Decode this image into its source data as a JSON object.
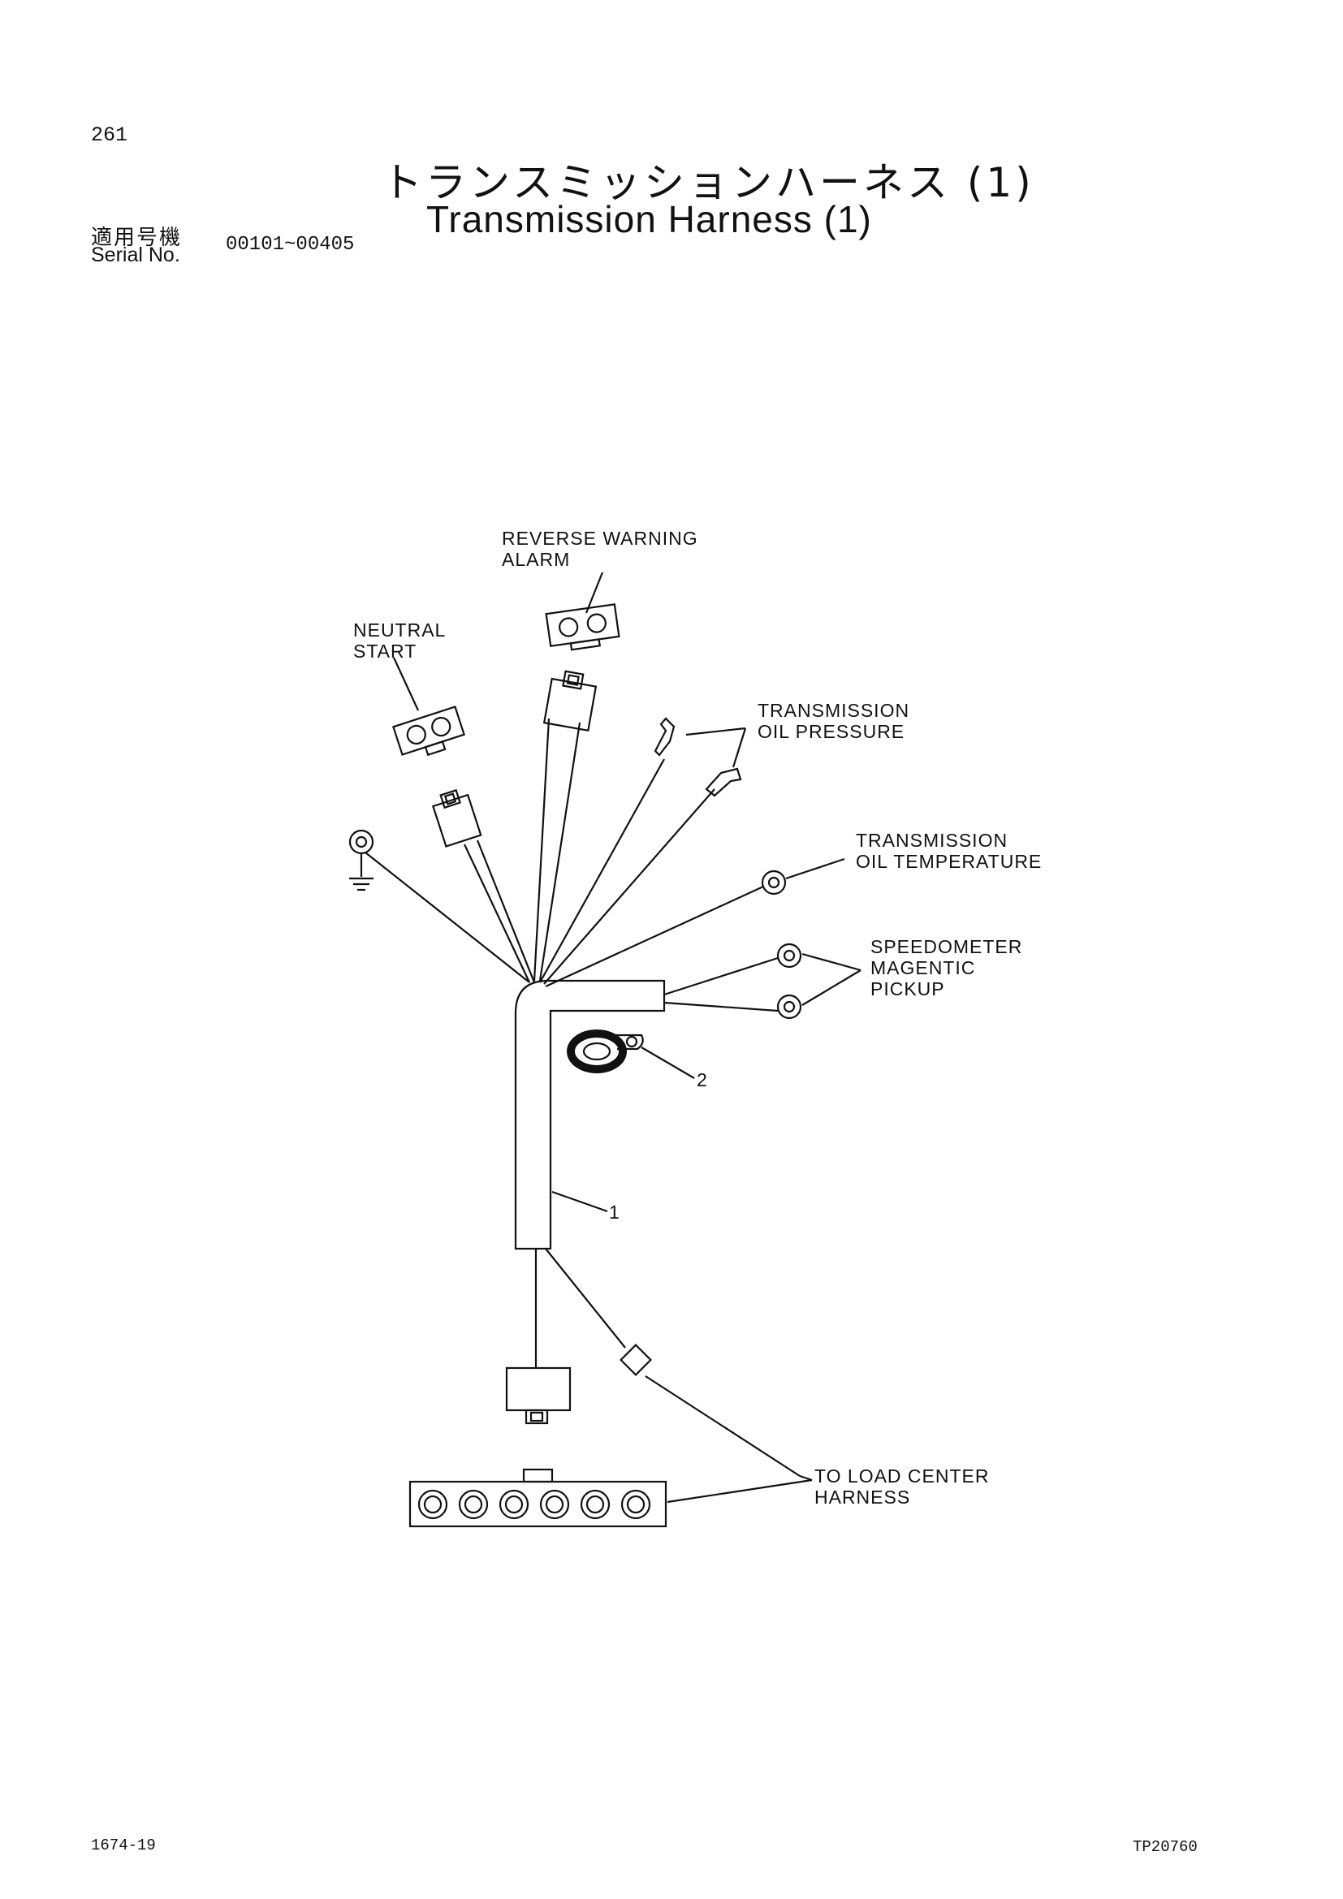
{
  "page_number": "261",
  "title_japanese": "トランスミッションハーネス (1)",
  "title_english": "Transmission Harness (1)",
  "serial": {
    "label_japanese": "適用号機",
    "label_english": "Serial No.",
    "range": "00101~00405"
  },
  "callouts": {
    "reverse_warning_alarm": [
      "REVERSE WARNING",
      "ALARM"
    ],
    "neutral_start": [
      "NEUTRAL",
      "START"
    ],
    "transmission_oil_pressure": [
      "TRANSMISSION",
      "OIL PRESSURE"
    ],
    "transmission_oil_temperature": [
      "TRANSMISSION",
      "OIL TEMPERATURE"
    ],
    "speedometer_pickup": [
      "SPEEDOMETER",
      "MAGENTIC",
      "PICKUP"
    ],
    "to_load_center_harness": [
      "TO LOAD CENTER",
      "HARNESS"
    ],
    "part_1": "1",
    "part_2": "2"
  },
  "footer": {
    "left": "1674-19",
    "right": "TP20760"
  }
}
